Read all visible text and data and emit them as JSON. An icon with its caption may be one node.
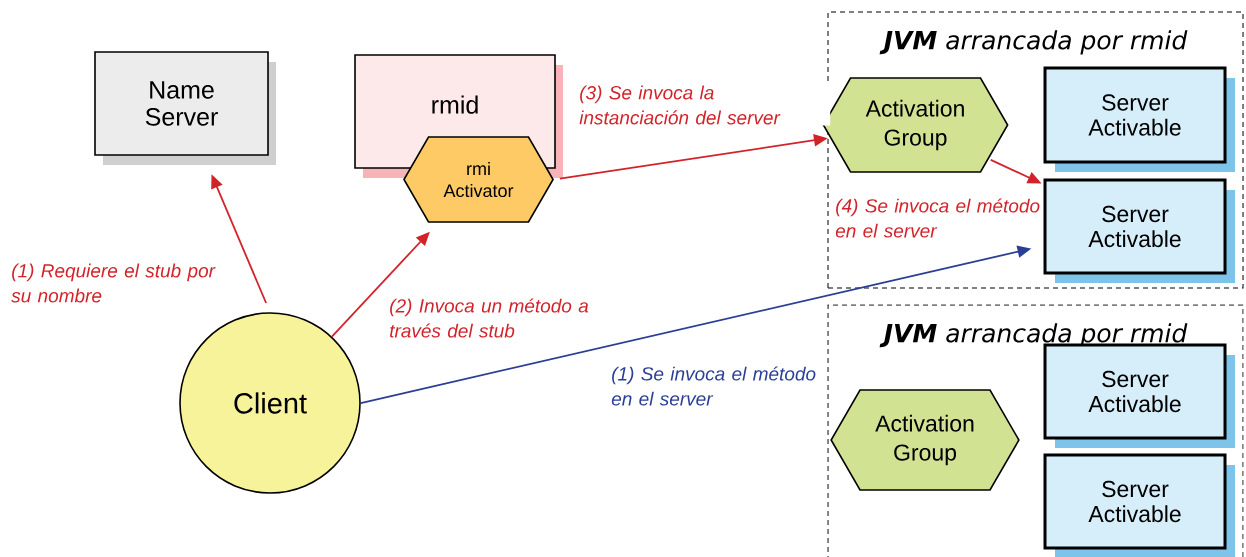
{
  "diagram": {
    "nodes": [
      {
        "text": [
          "Name Server"
        ]
      },
      {
        "text": [
          "rmid"
        ]
      },
      {
        "text": [
          "rmi Activator"
        ]
      },
      {
        "text": [
          "**JVM** arrancada por rmid"
        ]
      },
      {
        "text": [
          "Activation Group"
        ],
        "in": 3
      },
      {
        "text": [
          "Server Activable"
        ],
        "in": 3
      },
      {
        "text": [
          "Server Activable"
        ],
        "in": 3
      },
      {
        "text": [
          "**JVM** arrancada por rmid"
        ]
      },
      {
        "text": [
          "Activation Group"
        ],
        "in": 7
      },
      {
        "text": [
          "Server Activable"
        ],
        "in": 7
      },
      {
        "text": [
          "Server Activable"
        ],
        "in": 7
      },
      {
        "text": [
          "Client"
        ]
      }
    ],
    "edges": [
      {
        "from": 11,
        "to": 0,
        "arrow": "to",
        "label": "(1) Requiere el stub por su nombre"
      },
      {
        "from": 11,
        "to": 2,
        "arrow": "to",
        "label": "(2) Invoca un método a través del stub"
      },
      {
        "from": 2,
        "to": 4,
        "arrow": "to",
        "label": "(3) Se invoca la instanciación del server"
      },
      {
        "from": 4,
        "to": 6,
        "arrow": "to",
        "label": "(4) Se invoca el método en el server"
      },
      {
        "from": 11,
        "to": 6,
        "arrow": "to",
        "label": "(1) Se invoca el método en el server",
        "color": "#2b3e97"
      }
    ]
  }
}
